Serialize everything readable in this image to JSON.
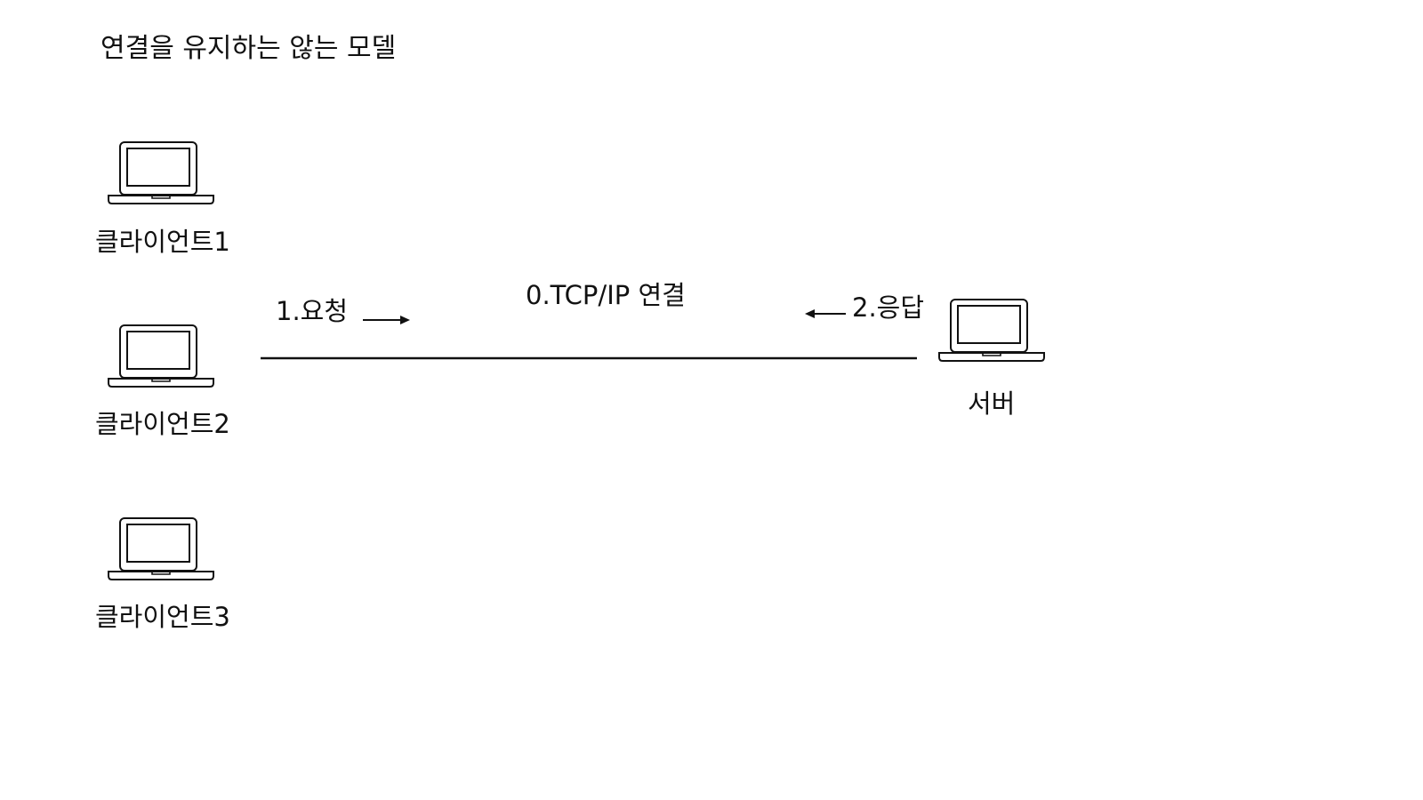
{
  "title": "연결을 유지하는 않는 모델",
  "clients": [
    {
      "label": "클라이언트1"
    },
    {
      "label": "클라이언트2"
    },
    {
      "label": "클라이언트3"
    }
  ],
  "server": {
    "label": "서버"
  },
  "connection": {
    "label": "0.TCP/IP 연결"
  },
  "request": {
    "label": "1.요청"
  },
  "response": {
    "label": "2.응답"
  },
  "icons": {
    "device": "laptop-icon"
  },
  "colors": {
    "stroke": "#111111",
    "background": "#ffffff"
  }
}
